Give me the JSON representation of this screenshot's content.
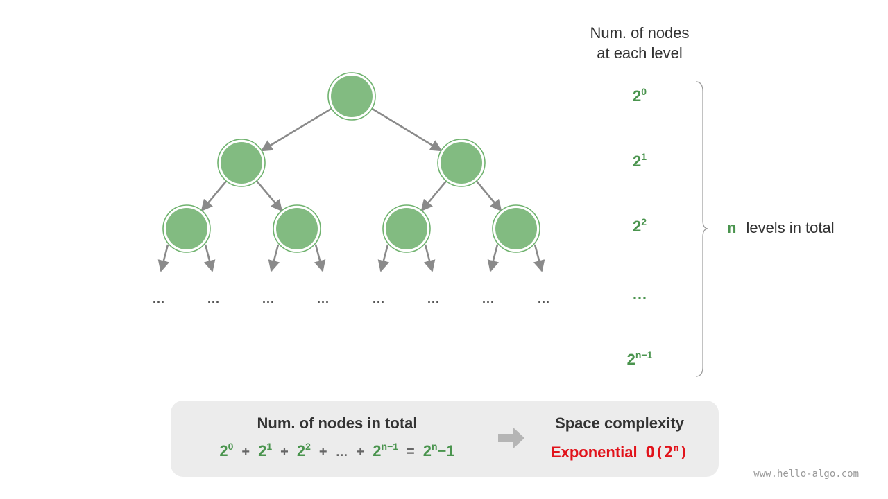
{
  "header": {
    "line1": "Num. of nodes",
    "line2": "at each level"
  },
  "levels": [
    {
      "base": "2",
      "exp": "0"
    },
    {
      "base": "2",
      "exp": "1"
    },
    {
      "base": "2",
      "exp": "2"
    },
    {
      "text": "…"
    },
    {
      "base": "2",
      "exp": "n−1"
    }
  ],
  "levels_total": {
    "n": "n",
    "text": "levels in total"
  },
  "leaf_ellipsis": "...",
  "summary": {
    "left_title": "Num. of nodes in total",
    "formula": {
      "t0_base": "2",
      "t0_exp": "0",
      "t1_base": "2",
      "t1_exp": "1",
      "t2_base": "2",
      "t2_exp": "2",
      "ellipsis": "…",
      "t3_base": "2",
      "t3_exp": "n−1",
      "plus": "+",
      "equals": "=",
      "result_base": "2",
      "result_exp": "n",
      "result_tail": "−1"
    },
    "right_title": "Space complexity",
    "complexity_word": "Exponential",
    "complexity_prefix": "O(2",
    "complexity_exp": "n",
    "complexity_suffix": ")"
  },
  "watermark": "www.hello-algo.com",
  "colors": {
    "node_fill": "#82bb81",
    "node_stroke": "#6fb26e",
    "edge": "#8a8a8a",
    "accent_green": "#4a944e",
    "accent_red": "#e1131b"
  }
}
